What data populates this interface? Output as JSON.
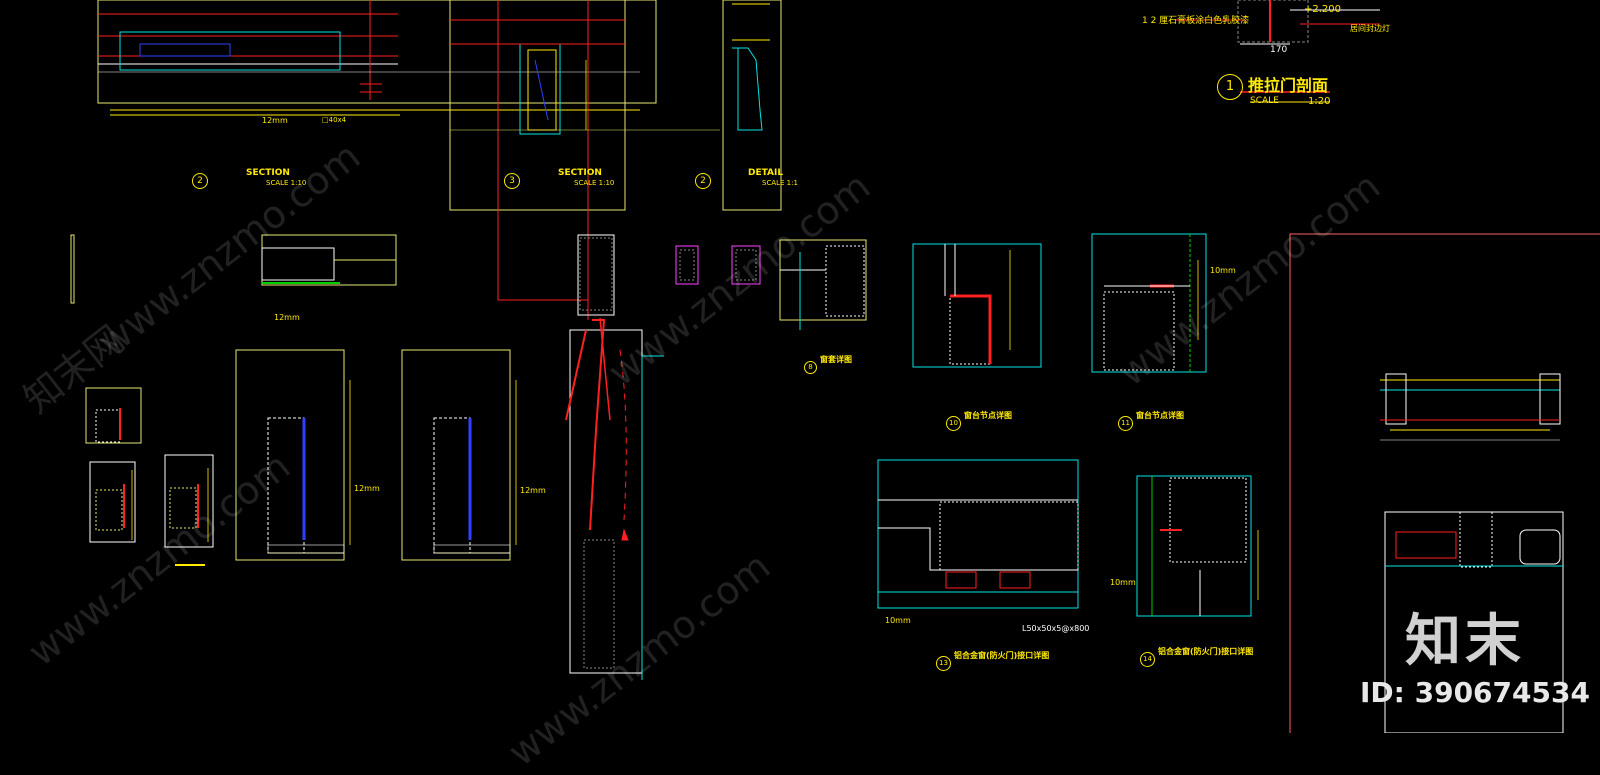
{
  "header": {
    "note_top": "1 2 厘石膏板涂白色乳胶漆",
    "level_mark": "+2.200",
    "right_note": "居间封边灯",
    "dim_170": "170",
    "title_num": "1",
    "title_cn": "推拉门剖面",
    "title_scale_label": "SCALE",
    "title_scale_value": "1:20"
  },
  "sections": {
    "s2_label": "SECTION",
    "s2_num": "2",
    "s2_scale": "SCALE 1:10",
    "s3_label": "SECTION",
    "s3_num": "3",
    "s3_scale": "SCALE 1:10",
    "d2_label": "DETAIL",
    "d2_num": "2",
    "d2_scale": "SCALE 1:1",
    "dim_12mm": "12mm",
    "dim_40x4": "□40x4",
    "dim_12mm_b": "12mm",
    "dim_12mm_c": "12mm",
    "dim_12mm_d": "12mm"
  },
  "details": {
    "d8_num": "8",
    "d8_title": "窗套详图",
    "d10_num": "10",
    "d10_title": "窗台节点详图",
    "d11_num": "11",
    "d11_title": "窗台节点详图",
    "d13_num": "13",
    "d13_title": "铝合金窗(防火门)接口详图",
    "d14_num": "14",
    "d14_title": "铝合金窗(防火门)接口详图",
    "dim_10mm_a": "10mm",
    "dim_10mm_b": "10mm",
    "dim_10mm_c": "10mm",
    "dim_L50": "L50x50x5@x800"
  },
  "watermark": {
    "site": "www.znzmo.com",
    "site_cn": "知末网",
    "brand": "知末",
    "id_text": "ID: 390674534"
  },
  "colors": {
    "background": "#000000",
    "yellow": "#ffea00",
    "red": "#ff2020",
    "cyan": "#00e5e5",
    "white": "#ffffff",
    "green": "#00d000",
    "blue": "#3040ff",
    "magenta": "#ff40ff"
  }
}
